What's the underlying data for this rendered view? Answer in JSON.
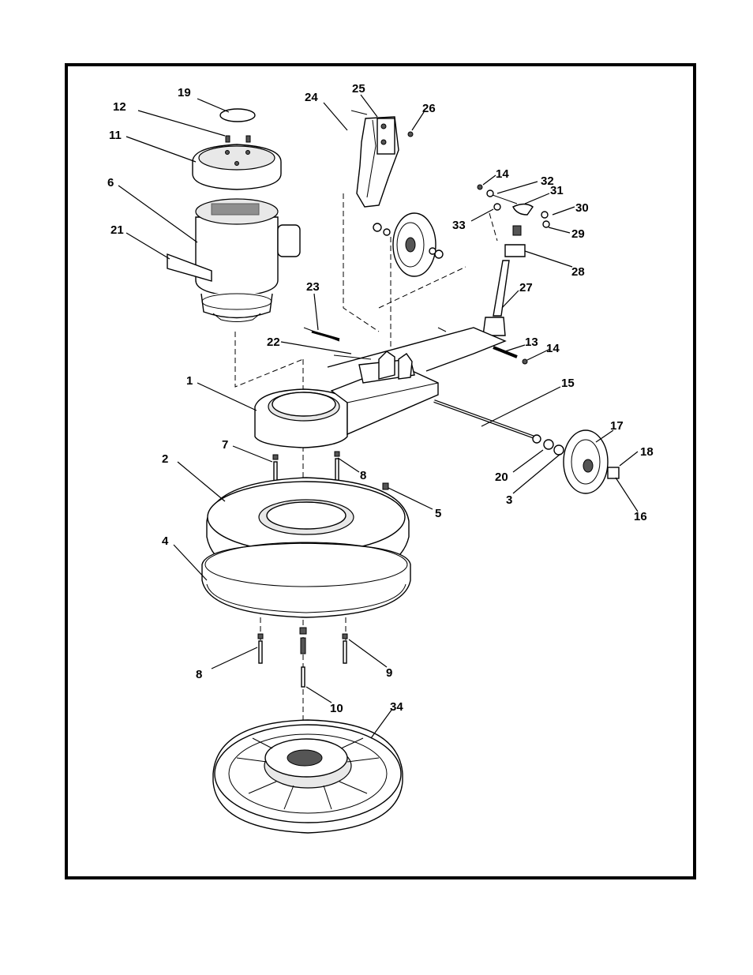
{
  "callouts": [
    {
      "id": "c19",
      "text": "19"
    },
    {
      "id": "c12",
      "text": "12"
    },
    {
      "id": "c11",
      "text": "11"
    },
    {
      "id": "c6",
      "text": "6"
    },
    {
      "id": "c21",
      "text": "21"
    },
    {
      "id": "c24",
      "text": "24"
    },
    {
      "id": "c25",
      "text": "25"
    },
    {
      "id": "c26",
      "text": "26"
    },
    {
      "id": "c14a",
      "text": "14"
    },
    {
      "id": "c32",
      "text": "32"
    },
    {
      "id": "c31",
      "text": "31"
    },
    {
      "id": "c30",
      "text": "30"
    },
    {
      "id": "c33",
      "text": "33"
    },
    {
      "id": "c29",
      "text": "29"
    },
    {
      "id": "c28",
      "text": "28"
    },
    {
      "id": "c27",
      "text": "27"
    },
    {
      "id": "c23",
      "text": "23"
    },
    {
      "id": "c22",
      "text": "22"
    },
    {
      "id": "c13",
      "text": "13"
    },
    {
      "id": "c14b",
      "text": "14"
    },
    {
      "id": "c1",
      "text": "1"
    },
    {
      "id": "c15",
      "text": "15"
    },
    {
      "id": "c17",
      "text": "17"
    },
    {
      "id": "c18",
      "text": "18"
    },
    {
      "id": "c7",
      "text": "7"
    },
    {
      "id": "c8a",
      "text": "8"
    },
    {
      "id": "c2",
      "text": "2"
    },
    {
      "id": "c5",
      "text": "5"
    },
    {
      "id": "c20",
      "text": "20"
    },
    {
      "id": "c3",
      "text": "3"
    },
    {
      "id": "c16",
      "text": "16"
    },
    {
      "id": "c4",
      "text": "4"
    },
    {
      "id": "c8b",
      "text": "8"
    },
    {
      "id": "c9",
      "text": "9"
    },
    {
      "id": "c10",
      "text": "10"
    },
    {
      "id": "c34",
      "text": "34"
    }
  ]
}
